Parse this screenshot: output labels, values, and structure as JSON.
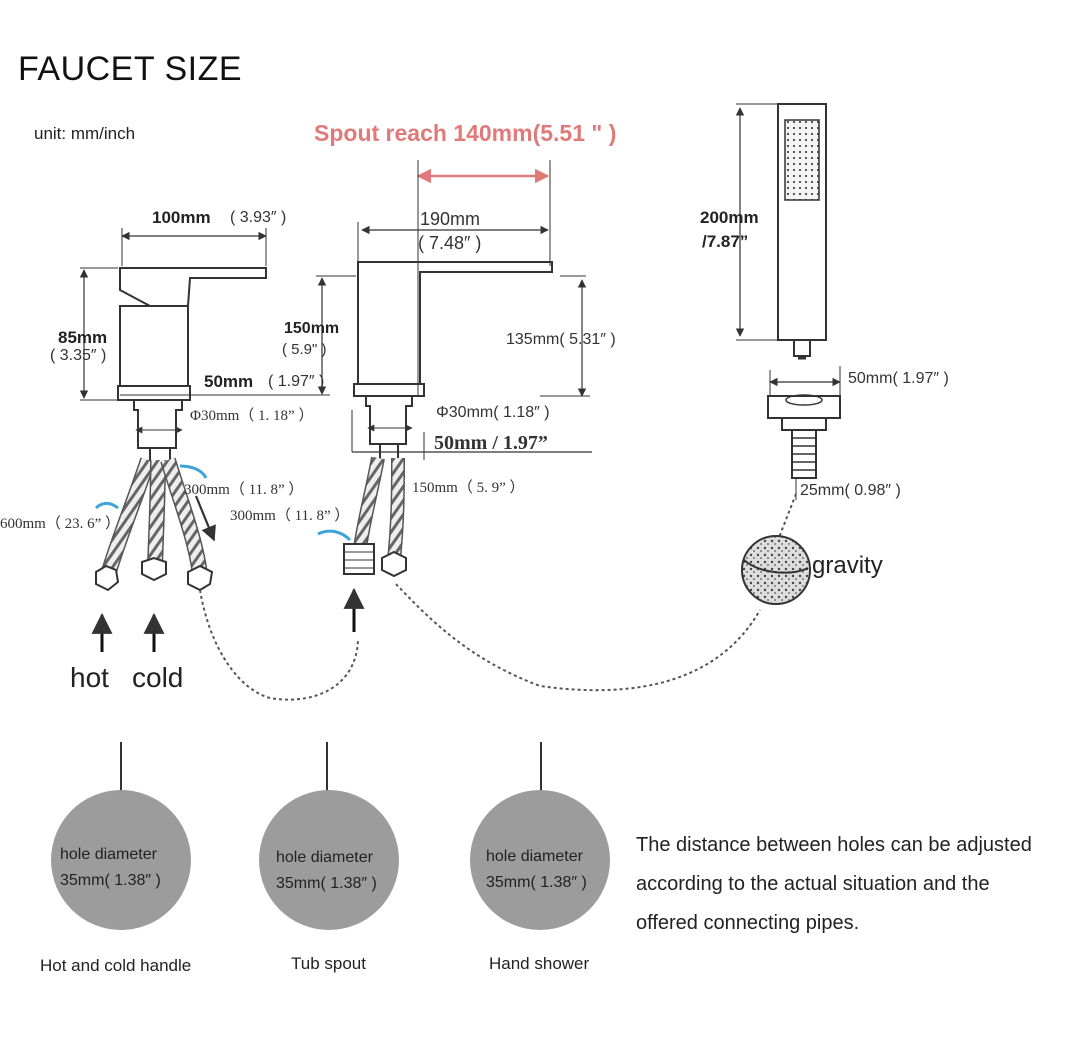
{
  "title": "FAUCET SIZE",
  "unit": "unit: mm/inch",
  "spout_reach": "Spout reach 140mm(5.51 \" )",
  "handle": {
    "width": "100mm",
    "width_in": "( 3.93″ )",
    "height": "85mm",
    "height_in": "( 3.35″ )",
    "base": "50mm",
    "base_in": "( 1.97″ )",
    "thread": "Φ30mm（ 1. 18” ）",
    "hose1": "300mm（ 11. 8” ）",
    "hose2": "300mm（ 11. 8” ）",
    "hose3": "600mm（ 23. 6” ）",
    "hot": "hot",
    "cold": "cold"
  },
  "spout": {
    "length": "190mm",
    "length_in": "( 7.48″ )",
    "height": "150mm",
    "height_in": "( 5.9\" )",
    "outlet": "135mm( 5.31″ )",
    "thread": "Φ30mm( 1.18″ )",
    "base": "50mm / 1.97”",
    "hose": "150mm（ 5. 9” ）"
  },
  "shower": {
    "height": "200mm",
    "height_in": "/7.87”",
    "mount": "50mm( 1.97″ )",
    "thread": "25mm( 0.98″ )",
    "gravity": "gravity"
  },
  "holes": [
    {
      "label": "hole diameter",
      "size": "35mm( 1.38″ )",
      "caption": "Hot and cold handle"
    },
    {
      "label": "hole diameter",
      "size": "35mm( 1.38″ )",
      "caption": "Tub spout"
    },
    {
      "label": "hole diameter",
      "size": "35mm( 1.38″ )",
      "caption": "Hand shower"
    }
  ],
  "note": [
    "The distance between holes can be adjusted",
    "according to the actual situation and the",
    "offered connecting pipes."
  ],
  "colors": {
    "accent": "#e07a7a",
    "hole": "#9c9c9c",
    "line": "#333333"
  }
}
